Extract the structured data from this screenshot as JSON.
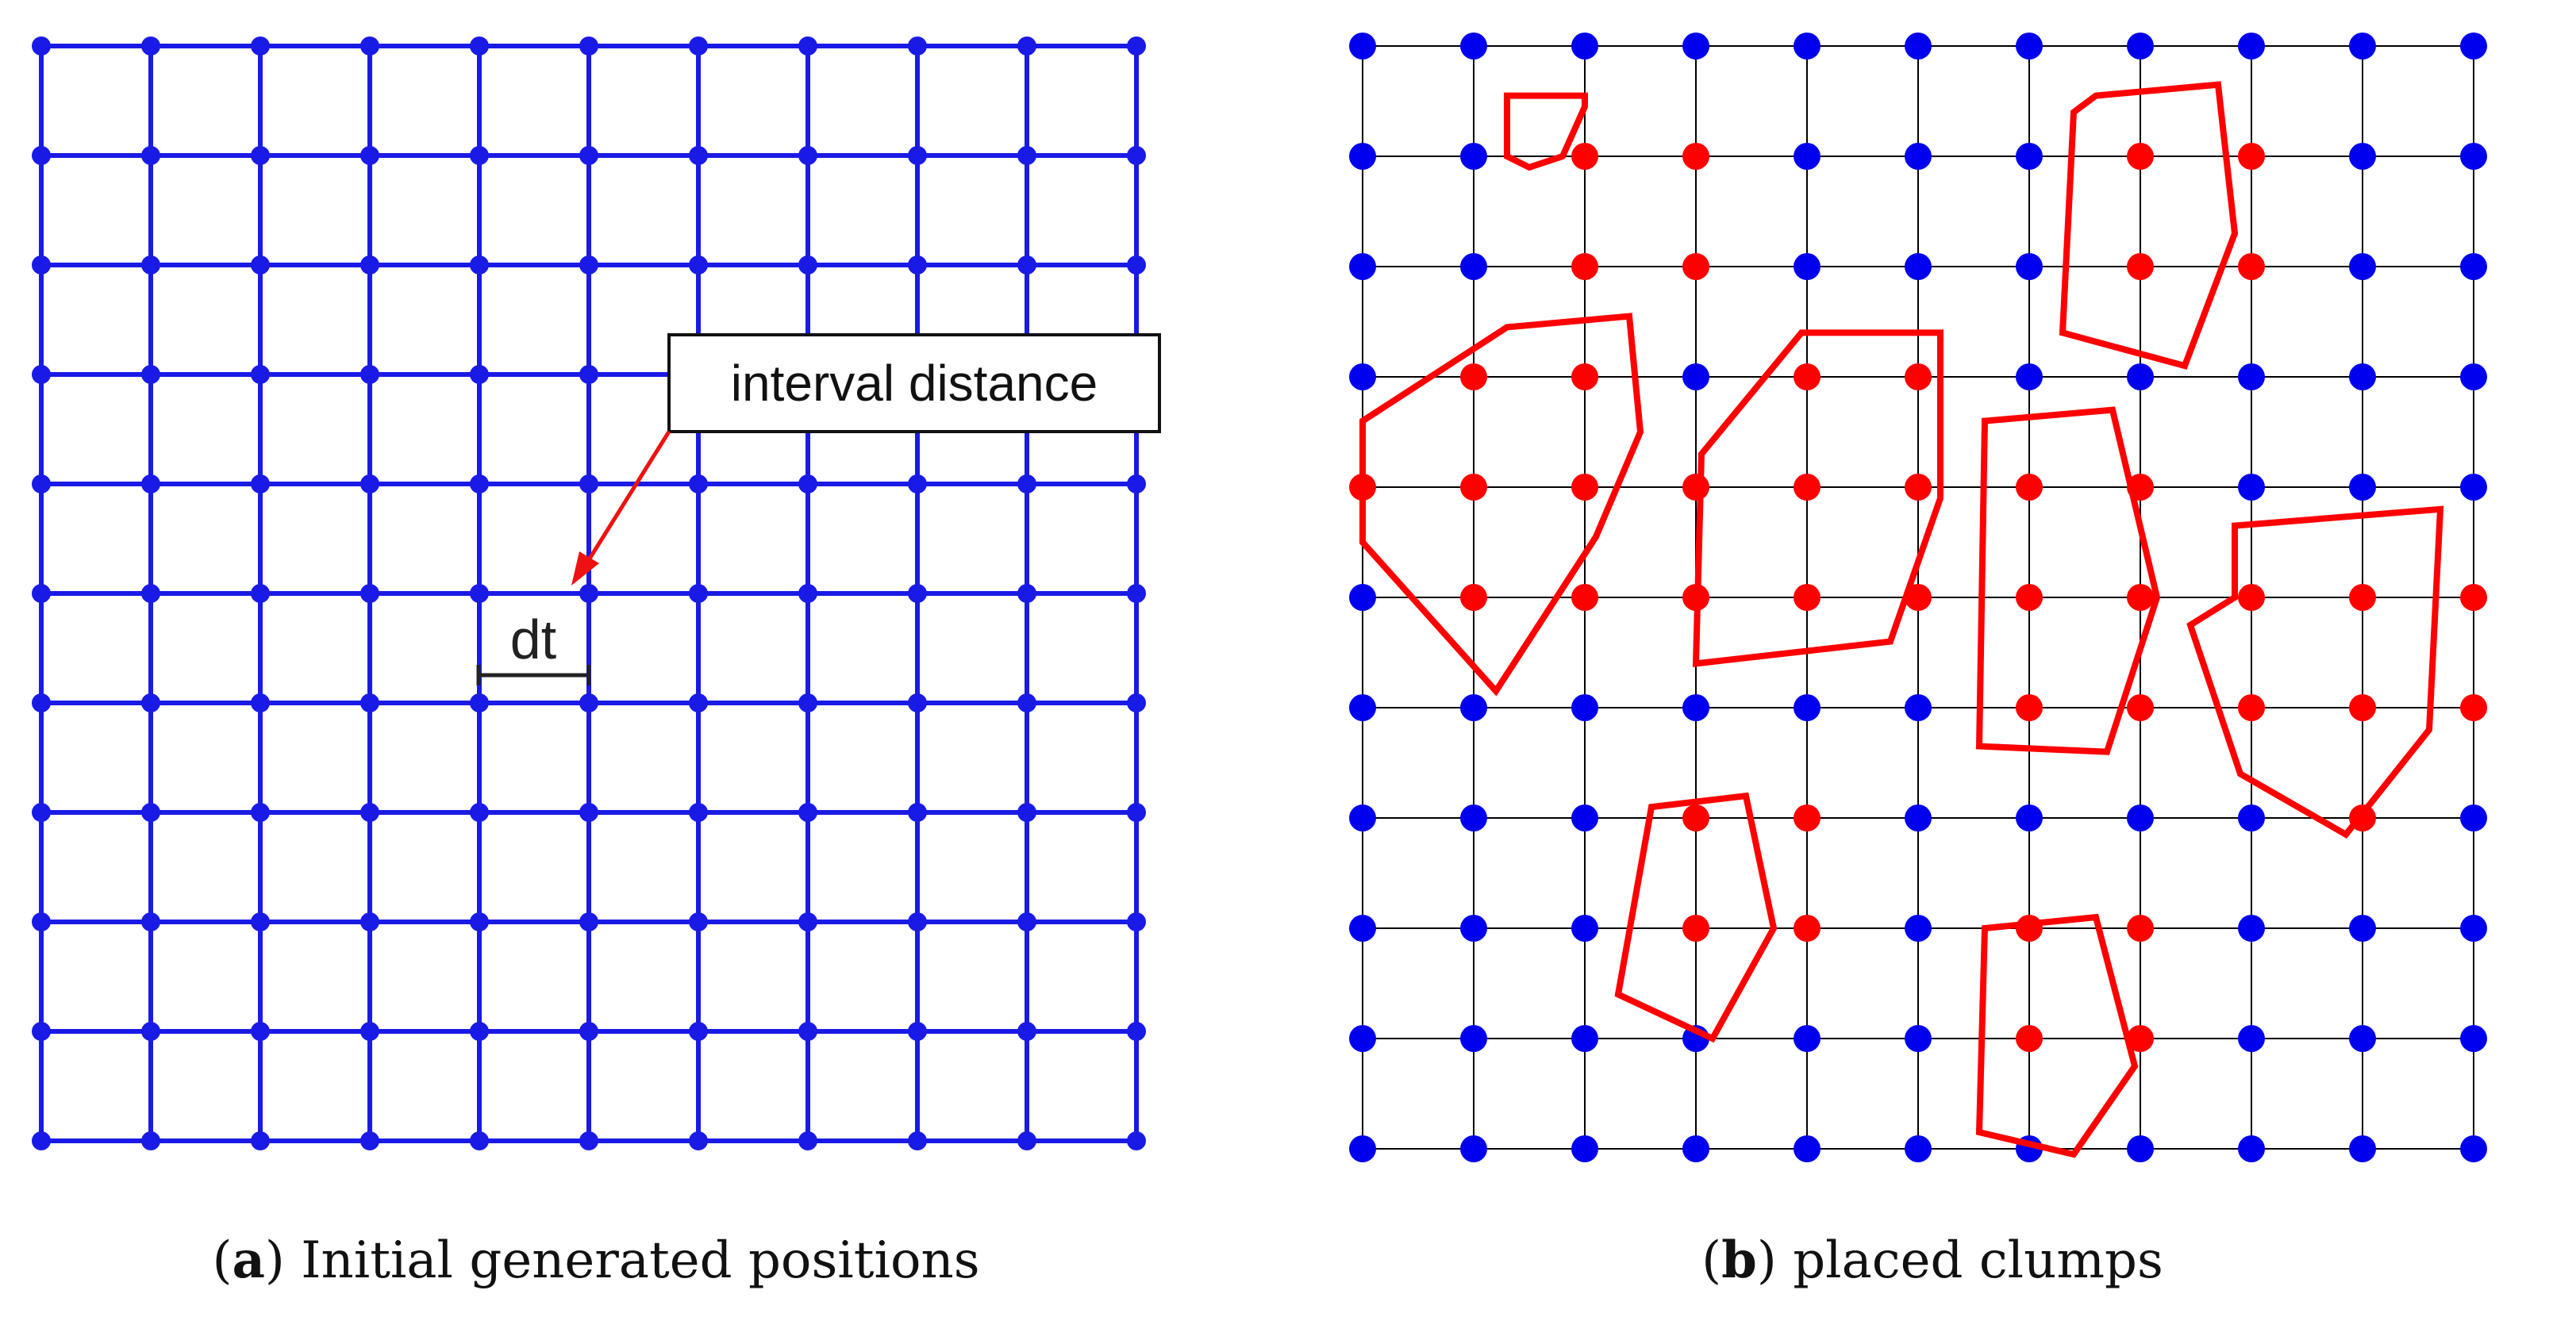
{
  "panel_a": {
    "grid_size": 11,
    "line_color": "#1a1ae6",
    "callout_label": "interval distance",
    "dimension_label": "dt",
    "caption_letter": "a",
    "caption_text": "Initial generated positions"
  },
  "panel_b": {
    "grid_size": 11,
    "node_color": "#0000ee",
    "clump_color": "#ff0000",
    "line_color": "#000000",
    "clumps": [
      {
        "points": [
          [
            1.3,
            0.45
          ],
          [
            2.0,
            0.45
          ],
          [
            2.0,
            0.55
          ],
          [
            1.8,
            1.0
          ],
          [
            1.5,
            1.1
          ],
          [
            1.3,
            1.0
          ]
        ],
        "nodes": [
          [
            2,
            1
          ],
          [
            3,
            1
          ],
          [
            2,
            2
          ],
          [
            3,
            2
          ]
        ]
      },
      {
        "points": [
          [
            6.6,
            0.45
          ],
          [
            7.7,
            0.35
          ],
          [
            7.85,
            1.7
          ],
          [
            7.4,
            2.9
          ],
          [
            6.3,
            2.6
          ],
          [
            6.4,
            0.6
          ]
        ],
        "nodes": [
          [
            7,
            1
          ],
          [
            8,
            1
          ],
          [
            7,
            2
          ],
          [
            8,
            2
          ]
        ]
      },
      {
        "points": [
          [
            1.3,
            2.55
          ],
          [
            2.4,
            2.45
          ],
          [
            2.5,
            3.5
          ],
          [
            2.1,
            4.45
          ],
          [
            1.2,
            5.85
          ],
          [
            0.0,
            4.5
          ],
          [
            0.0,
            3.4
          ]
        ],
        "nodes": [
          [
            1,
            3
          ],
          [
            2,
            3
          ],
          [
            0,
            4
          ],
          [
            1,
            4
          ],
          [
            2,
            4
          ],
          [
            1,
            5
          ],
          [
            2,
            5
          ]
        ]
      },
      {
        "points": [
          [
            3.95,
            2.6
          ],
          [
            5.2,
            2.6
          ],
          [
            5.2,
            4.1
          ],
          [
            4.75,
            5.4
          ],
          [
            3.0,
            5.6
          ],
          [
            3.05,
            3.7
          ]
        ],
        "nodes": [
          [
            4,
            3
          ],
          [
            5,
            3
          ],
          [
            3,
            4
          ],
          [
            4,
            4
          ],
          [
            5,
            4
          ],
          [
            3,
            5
          ],
          [
            4,
            5
          ],
          [
            5,
            5
          ]
        ]
      },
      {
        "points": [
          [
            5.6,
            3.4
          ],
          [
            6.75,
            3.3
          ],
          [
            7.15,
            5.0
          ],
          [
            6.7,
            6.4
          ],
          [
            5.55,
            6.35
          ]
        ],
        "nodes": [
          [
            6,
            4
          ],
          [
            7,
            4
          ],
          [
            6,
            5
          ],
          [
            7,
            5
          ],
          [
            6,
            6
          ],
          [
            7,
            6
          ]
        ]
      },
      {
        "points": [
          [
            7.85,
            4.35
          ],
          [
            9.7,
            4.2
          ],
          [
            9.6,
            6.2
          ],
          [
            8.85,
            7.15
          ],
          [
            7.9,
            6.6
          ],
          [
            7.45,
            5.25
          ],
          [
            7.85,
            5.0
          ]
        ],
        "nodes": [
          [
            8,
            5
          ],
          [
            9,
            5
          ],
          [
            10,
            5
          ],
          [
            8,
            6
          ],
          [
            9,
            6
          ],
          [
            10,
            6
          ],
          [
            9,
            7
          ]
        ]
      },
      {
        "points": [
          [
            2.6,
            6.9
          ],
          [
            3.45,
            6.8
          ],
          [
            3.7,
            8.0
          ],
          [
            3.15,
            9.0
          ],
          [
            2.3,
            8.6
          ]
        ],
        "nodes": [
          [
            3,
            7
          ],
          [
            4,
            7
          ],
          [
            3,
            8
          ],
          [
            4,
            8
          ]
        ]
      },
      {
        "points": [
          [
            5.6,
            8.0
          ],
          [
            6.6,
            7.9
          ],
          [
            6.95,
            9.25
          ],
          [
            6.4,
            10.05
          ],
          [
            5.55,
            9.85
          ]
        ],
        "nodes": [
          [
            6,
            8
          ],
          [
            7,
            8
          ],
          [
            6,
            9
          ],
          [
            7,
            9
          ]
        ]
      }
    ],
    "caption_letter": "b",
    "caption_text": "placed clumps"
  }
}
